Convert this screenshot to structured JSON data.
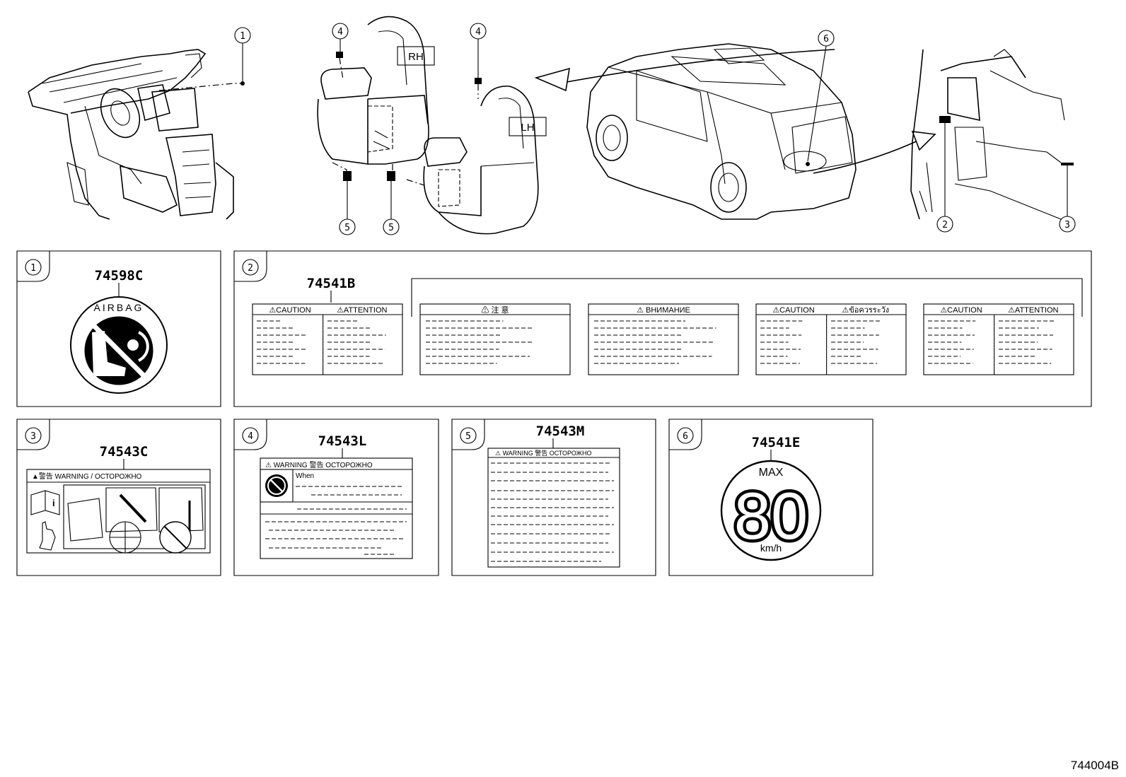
{
  "callouts": [
    "1",
    "2",
    "3",
    "4",
    "5",
    "6"
  ],
  "seat_labels": {
    "rh": "RH",
    "lh": "LH"
  },
  "parts": {
    "p1": "74598C",
    "p2": "74541B",
    "p3": "74543C",
    "p4": "74543L",
    "p5": "74543M",
    "p6": "74541E"
  },
  "label_1": {
    "text": "AIRBAG"
  },
  "label_2_variants": [
    {
      "headers": [
        "⚠CAUTION",
        "⚠ATTENTION"
      ]
    },
    {
      "headers": [
        "⚠  注  意"
      ]
    },
    {
      "headers": [
        "⚠ ВНИМАНИЕ"
      ]
    },
    {
      "headers": [
        "⚠CAUTION",
        "⚠ข้อควรระวัง"
      ]
    },
    {
      "headers": [
        "⚠CAUTION",
        "⚠ATTENTION"
      ]
    }
  ],
  "label_3": {
    "header": "▲警告 WARNING / ОСТОРОЖНО"
  },
  "label_4": {
    "header": "⚠  WARNING   警告   ОСТОРОЖНО",
    "first_line": "When"
  },
  "label_5": {
    "header": "⚠ WARNING  警告  ОСТОРОЖНО"
  },
  "label_6": {
    "top": "MAX",
    "value": "80",
    "unit": "km/h"
  },
  "drawing_ref": "744004B",
  "icons": [
    "airbag-child-seat-icon",
    "manual-info-icon",
    "hand-pointer-icon",
    "prohibition-icon",
    "arrow-icon"
  ]
}
